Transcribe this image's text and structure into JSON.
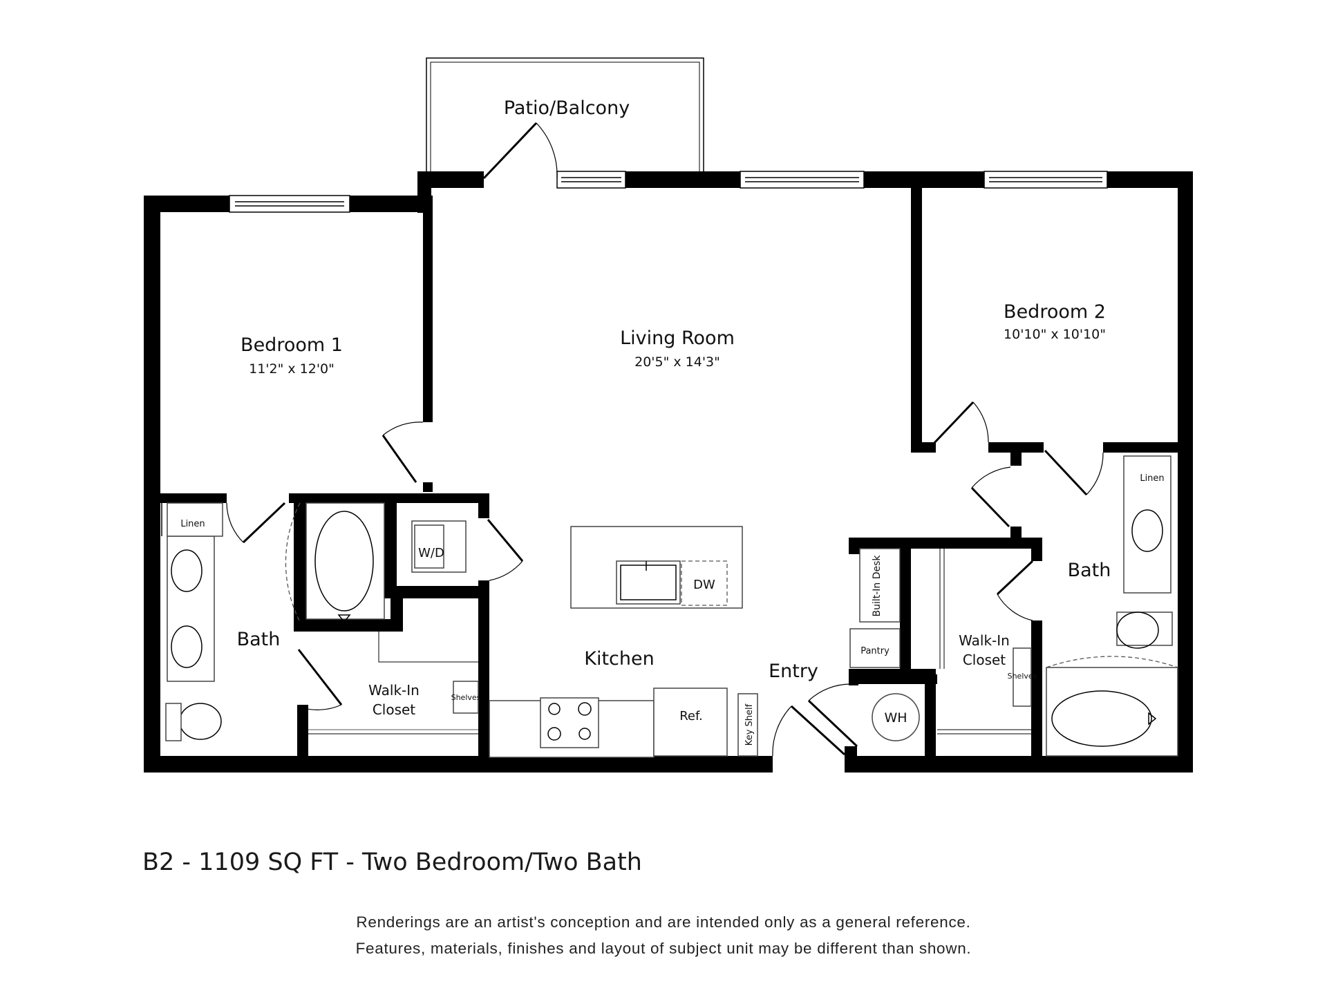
{
  "plan": {
    "patio": "Patio/Balcony",
    "living_room": {
      "name": "Living Room",
      "dims": "20'5\" x 14'3\""
    },
    "bedroom1": {
      "name": "Bedroom 1",
      "dims": "11'2\" x 12'0\""
    },
    "bedroom2": {
      "name": "Bedroom 2",
      "dims": "10'10\" x 10'10\""
    },
    "bath_left": "Bath",
    "bath_right": "Bath",
    "kitchen": "Kitchen",
    "entry": "Entry",
    "walkin_left": {
      "line1": "Walk-In",
      "line2": "Closet"
    },
    "walkin_right": {
      "line1": "Walk-In",
      "line2": "Closet"
    },
    "linen_left": "Linen",
    "linen_right": "Linen",
    "washer_dryer": "W/D",
    "dishwasher": "DW",
    "refrigerator": "Ref.",
    "key_shelf": "Key Shelf",
    "water_heater": "WH",
    "pantry": "Pantry",
    "built_in_desk": "Built-In Desk",
    "shelves_left": "Shelves",
    "shelves_right": "Shelves"
  },
  "caption": "B2 - 1109 SQ FT - Two Bedroom/Two Bath",
  "disclaimer": {
    "line1": "Renderings are an artist's conception and are intended only as a general reference.",
    "line2": "Features, materials, finishes and layout of subject unit may be different than shown."
  }
}
